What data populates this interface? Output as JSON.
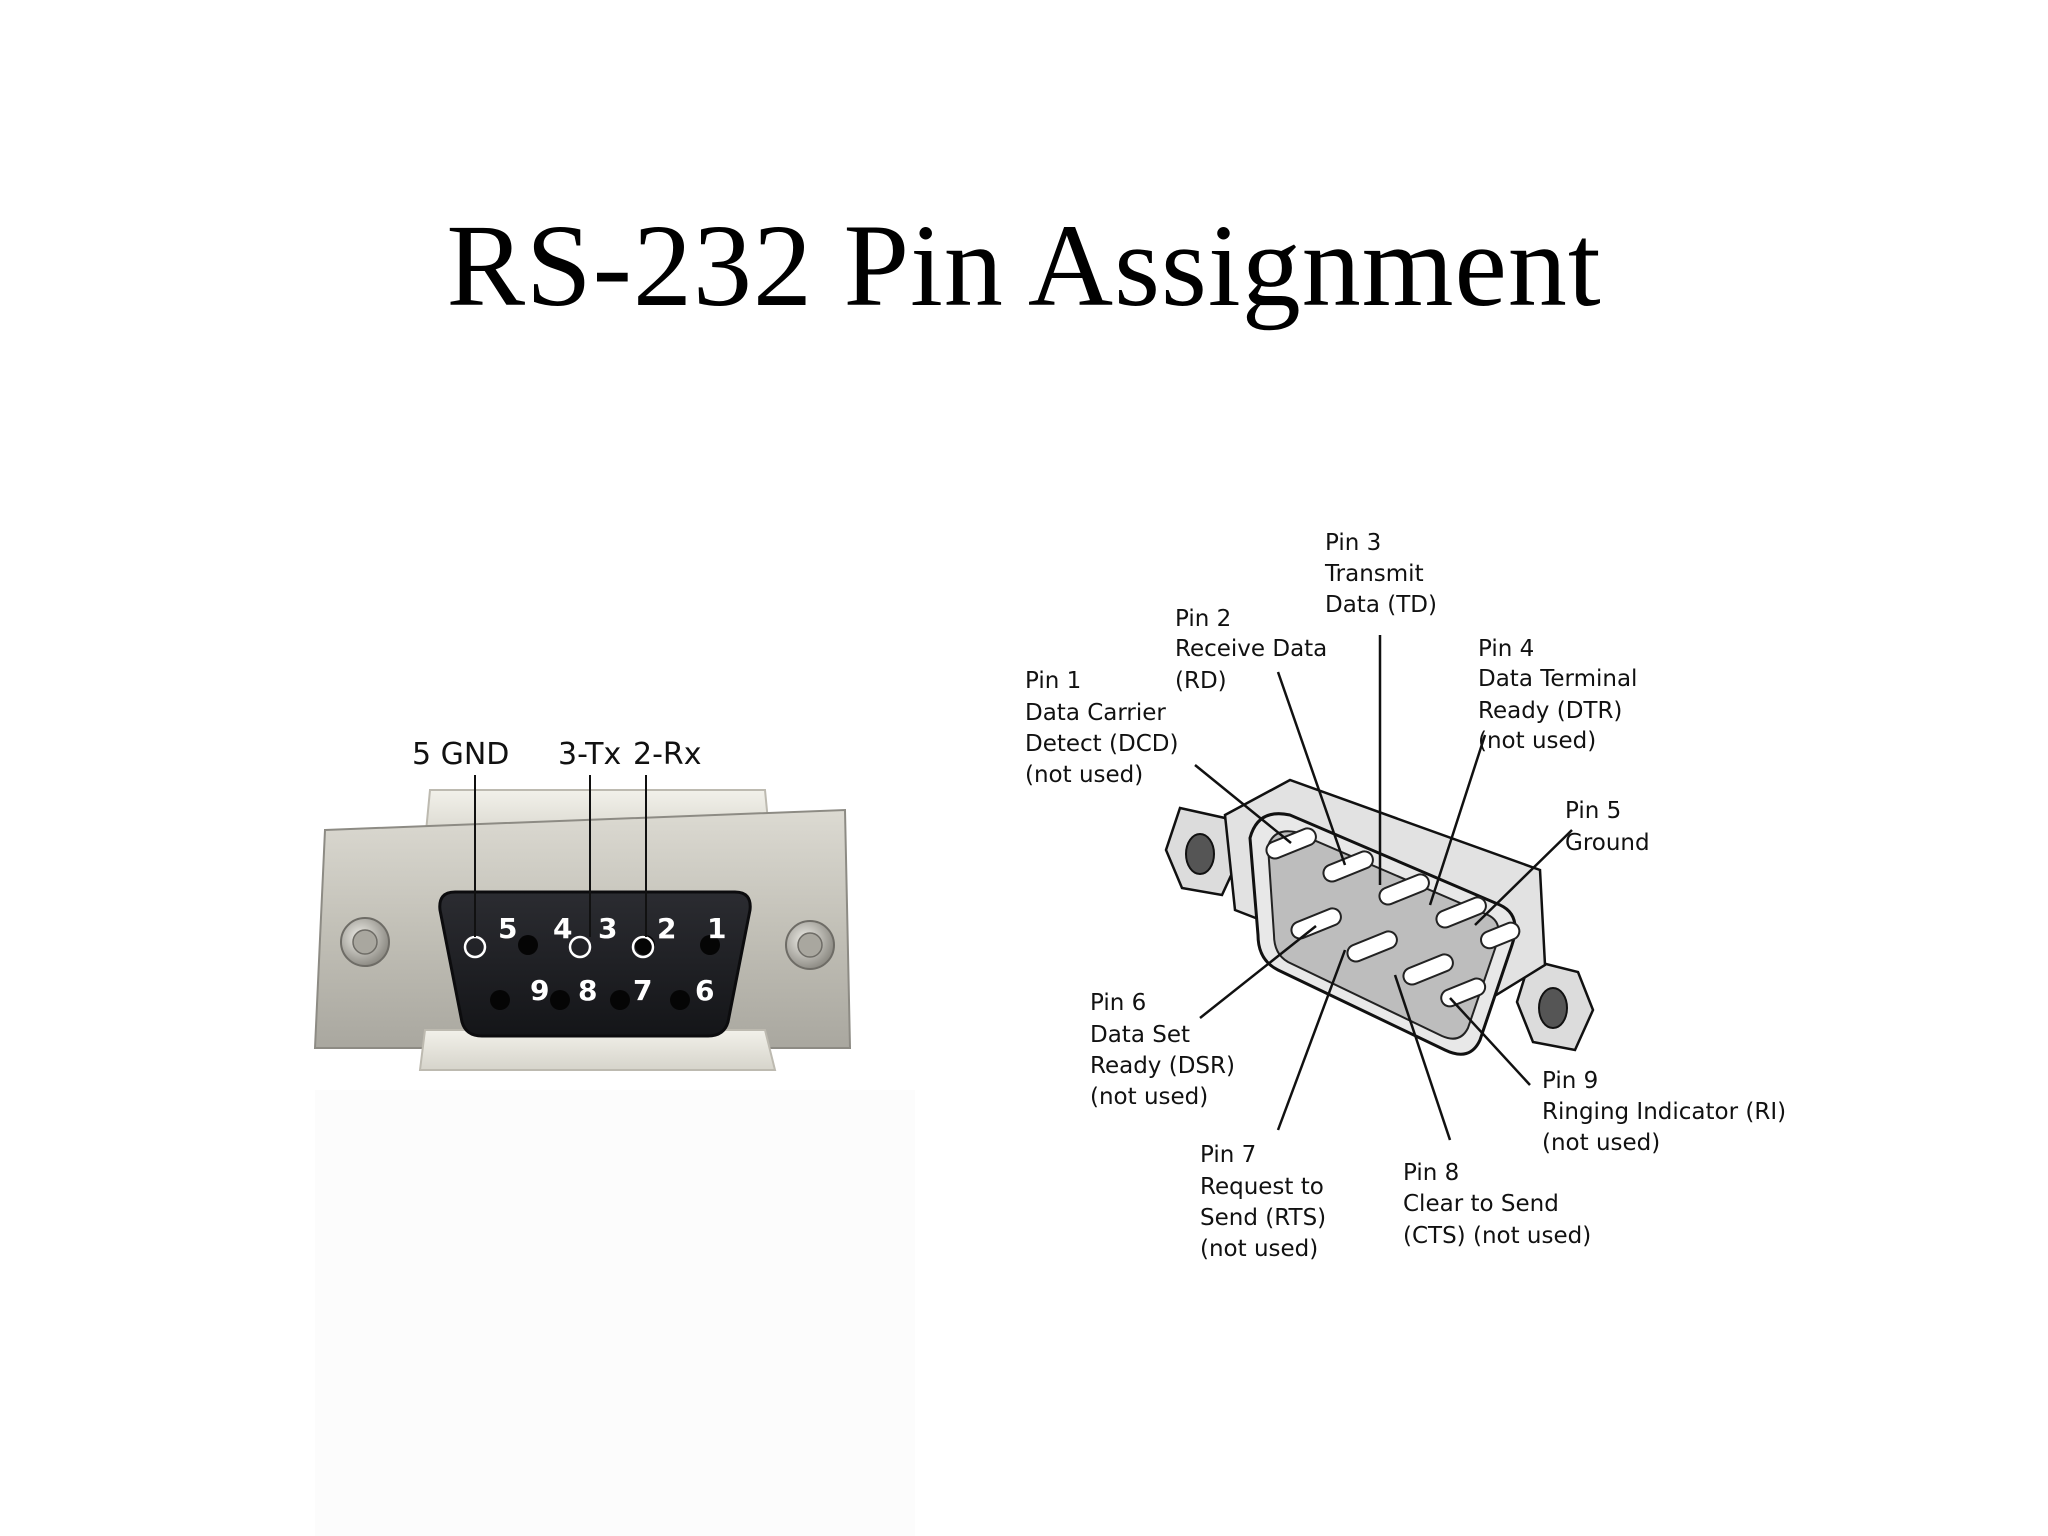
{
  "slide": {
    "title": "RS-232 Pin Assignment"
  },
  "photo": {
    "labels": {
      "gnd": "5 GND",
      "tx": "3-Tx",
      "rx": "2-Rx"
    },
    "pin_numbers": [
      "5",
      "4",
      "3",
      "2",
      "1",
      "9",
      "8",
      "7",
      "6"
    ]
  },
  "diagram": {
    "pins": [
      {
        "lines": [
          "Pin 1",
          "Data Carrier",
          "Detect (DCD)",
          "(not used)"
        ]
      },
      {
        "lines": [
          "Pin 2",
          "Receive Data",
          "(RD)"
        ]
      },
      {
        "lines": [
          "Pin 3",
          "Transmit",
          "Data (TD)"
        ]
      },
      {
        "lines": [
          "Pin 4",
          "Data Terminal",
          "Ready (DTR)",
          "(not used)"
        ]
      },
      {
        "lines": [
          "Pin 5",
          "Ground"
        ]
      },
      {
        "lines": [
          "Pin 6",
          "Data Set",
          "Ready (DSR)",
          "(not used)"
        ]
      },
      {
        "lines": [
          "Pin 7",
          "Request to",
          "Send (RTS)",
          "(not used)"
        ]
      },
      {
        "lines": [
          "Pin 8",
          "Clear to Send",
          "(CTS)  (not used)"
        ]
      },
      {
        "lines": [
          "Pin 9",
          "Ringing Indicator (RI)",
          "(not used)"
        ]
      }
    ]
  },
  "colors": {
    "title": "#000000",
    "connector_body": "#c8c6bd",
    "connector_face": "#1e1f24",
    "diagram_shell": "#dadada"
  }
}
